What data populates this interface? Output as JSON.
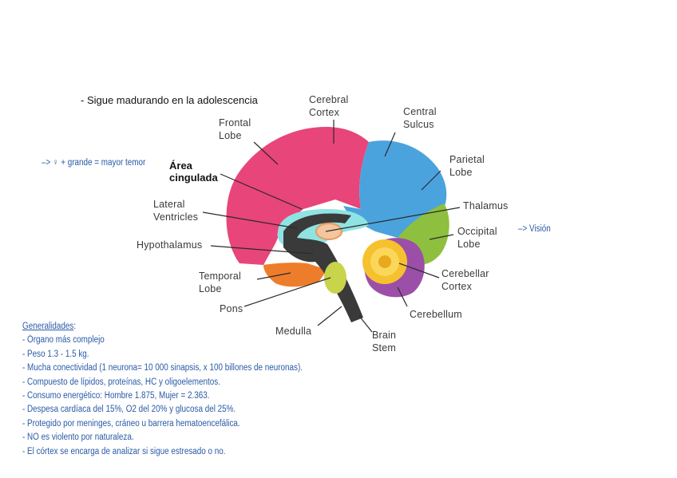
{
  "notes": {
    "adolescence": "- Sigue madurando en la adolescencia",
    "female_note": "–> ♀ + grande = mayor temor",
    "area_cingulada": "Área\ncingulada",
    "vision": "–> Visión"
  },
  "labels": {
    "cerebral_cortex": "Cerebral\nCortex",
    "central_sulcus": "Central\nSulcus",
    "frontal_lobe": "Frontal\nLobe",
    "parietal_lobe": "Parietal\nLobe",
    "thalamus": "Thalamus",
    "lateral_ventricles": "Lateral\nVentricles",
    "occipital_lobe": "Occipital\nLobe",
    "hypothalamus": "Hypothalamus",
    "cerebellar_cortex": "Cerebellar\nCortex",
    "temporal_lobe": "Temporal\nLobe",
    "pons": "Pons",
    "cerebellum": "Cerebellum",
    "medulla": "Medulla",
    "brain_stem": "Brain\nStem"
  },
  "generalidades": {
    "title": "Generalidades",
    "colon": ":",
    "items": [
      "- Órgano más complejo",
      "- Peso 1.3 - 1.5 kg.",
      "- Mucha conectividad (1 neurona= 10 000 sinapsis, x 100 billones de neuronas).",
      "- Compuesto de lípidos, proteínas, HC y oligoelementos.",
      "- Consumo energético: Hombre 1.875, Mujer = 2.363.",
      "- Despesa cardíaca del  15%, O2 del 20% y glucosa del 25%.",
      "- Protegido por meninges, cráneo u barrera hematoencefálica.",
      "- NO es violento por naturaleza.",
      "- El córtex se encarga de analizar si sigue estresado o no."
    ]
  },
  "colors": {
    "frontal": "#e8457a",
    "parietal": "#4aa3dd",
    "occipital": "#8fbf3e",
    "temporal": "#ee7d2b",
    "cerebellum": "#9b4fa8",
    "cerebellar_cortex": "#f6c12e",
    "pons": "#c8d44a",
    "stem": "#3a3a3a",
    "ventricle": "#8fe3e3",
    "thalamus": "#f3c6a0",
    "note_blue": "#2a5aa6"
  }
}
